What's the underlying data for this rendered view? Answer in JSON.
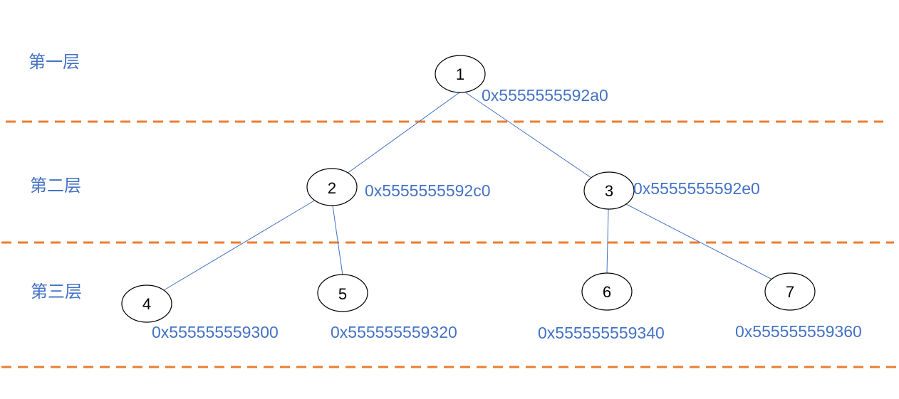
{
  "layers": [
    {
      "label": "第一层"
    },
    {
      "label": "第二层"
    },
    {
      "label": "第三层"
    }
  ],
  "nodes": [
    {
      "id": "1",
      "label": "1",
      "address": "0x5555555592a0"
    },
    {
      "id": "2",
      "label": "2",
      "address": "0x5555555592c0"
    },
    {
      "id": "3",
      "label": "3",
      "address": "0x5555555592e0"
    },
    {
      "id": "4",
      "label": "4",
      "address": "0x555555559300"
    },
    {
      "id": "5",
      "label": "5",
      "address": "0x555555559320"
    },
    {
      "id": "6",
      "label": "6",
      "address": "0x555555559340"
    },
    {
      "id": "7",
      "label": "7",
      "address": "0x555555559360"
    }
  ],
  "edges": [
    {
      "from": "1",
      "to": "2"
    },
    {
      "from": "1",
      "to": "3"
    },
    {
      "from": "2",
      "to": "4"
    },
    {
      "from": "2",
      "to": "5"
    },
    {
      "from": "3",
      "to": "6"
    },
    {
      "from": "3",
      "to": "7"
    }
  ],
  "colors": {
    "label_text": "#4472c4",
    "edge": "#4472c4",
    "divider": "#ed7d31",
    "node_outline": "#000000"
  }
}
